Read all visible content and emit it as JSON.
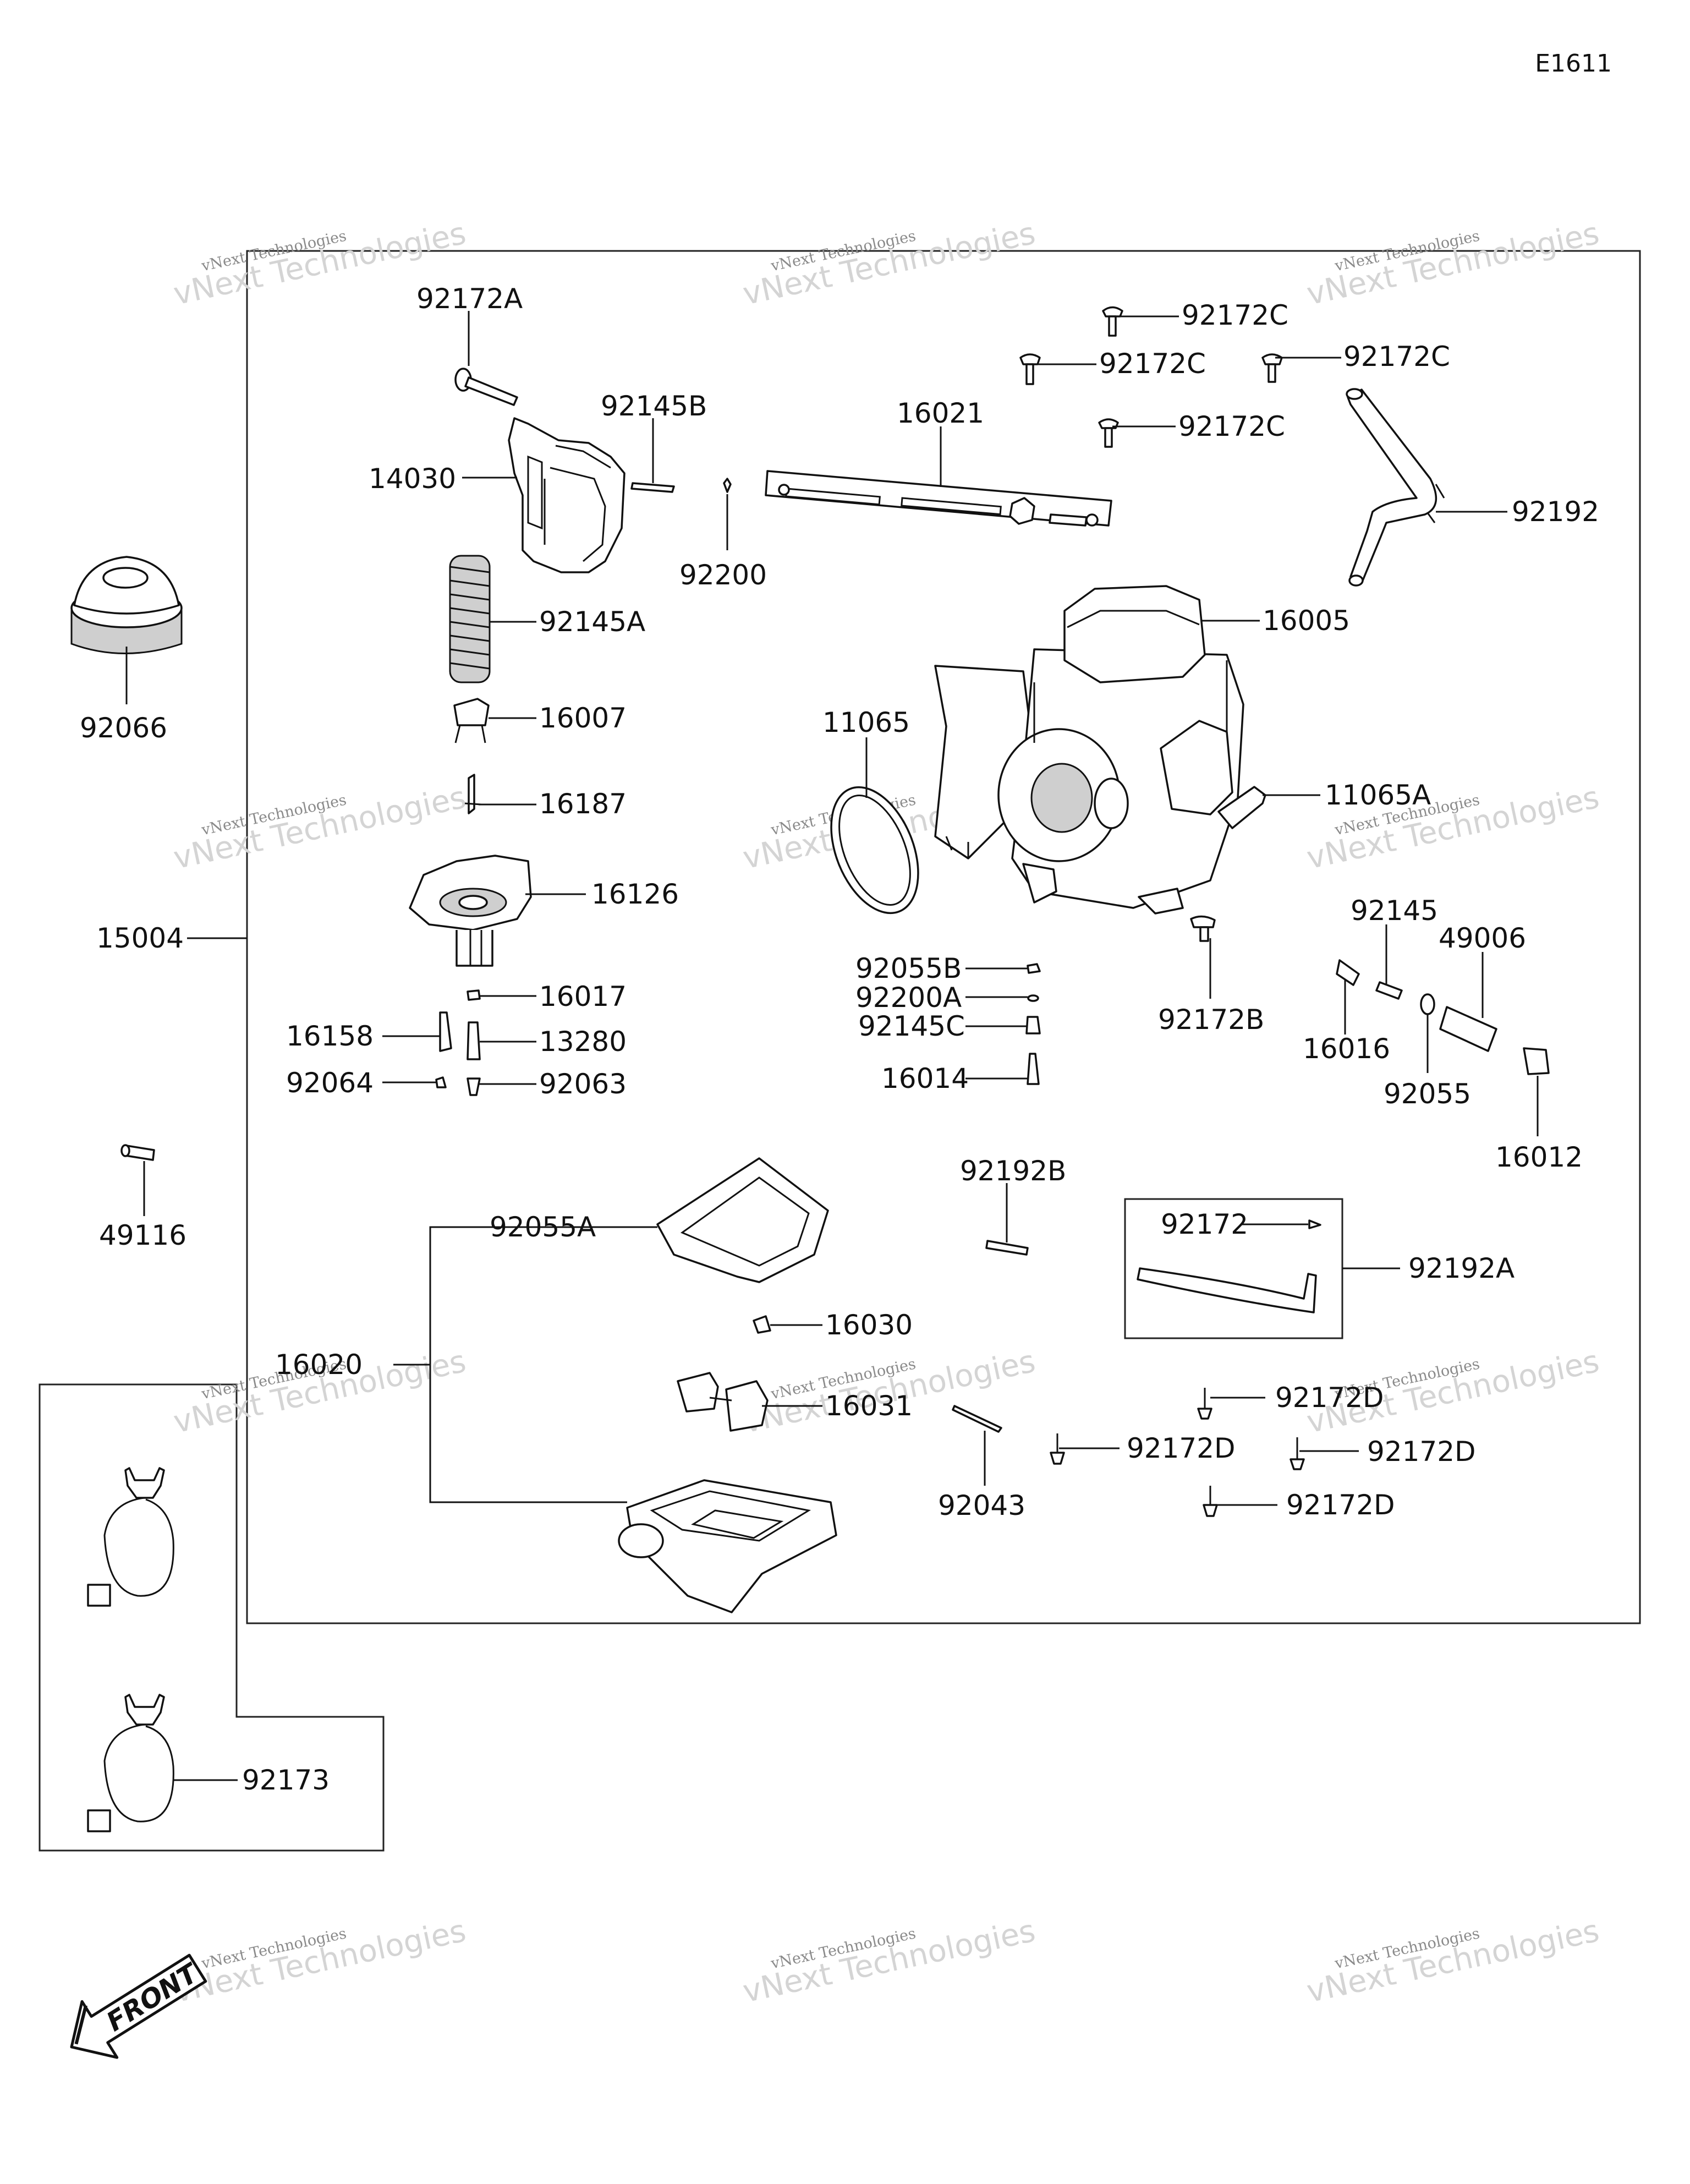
{
  "figure_code": "E1611",
  "watermark": {
    "line1": "vNext Technologies",
    "line2": "vNext Technologies"
  },
  "labels": {
    "p92172A": "92172A",
    "p92145B": "92145B",
    "p16021": "16021",
    "p92172C_1": "92172C",
    "p92172C_2": "92172C",
    "p92172C_3": "92172C",
    "p92172C_4": "92172C",
    "p92192": "92192",
    "p14030": "14030",
    "p92200": "92200",
    "p92066": "92066",
    "p92145A": "92145A",
    "p16005": "16005",
    "p16007": "16007",
    "p11065": "11065",
    "p16187": "16187",
    "p11065A": "11065A",
    "p16126": "16126",
    "p15004": "15004",
    "p92145": "92145",
    "p49006": "49006",
    "p92055B": "92055B",
    "p16017": "16017",
    "p92200A": "92200A",
    "p92172B": "92172B",
    "p16158": "16158",
    "p13280": "13280",
    "p92145C": "92145C",
    "p16016": "16016",
    "p92064": "92064",
    "p92063": "92063",
    "p16014": "16014",
    "p92055": "92055",
    "p16012": "16012",
    "p49116": "49116",
    "p92192B": "92192B",
    "p92172": "92172",
    "p92055A": "92055A",
    "p92192A": "92192A",
    "p16030": "16030",
    "p16020": "16020",
    "p16031": "16031",
    "p92172D_1": "92172D",
    "p92172D_2": "92172D",
    "p92172D_3": "92172D",
    "p92043": "92043",
    "p92172D_4": "92172D",
    "p92173": "92173"
  },
  "front_arrow": "FRONT"
}
